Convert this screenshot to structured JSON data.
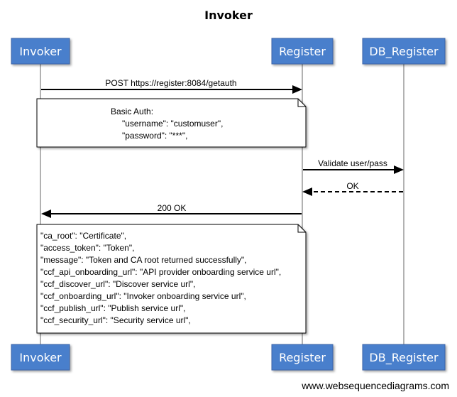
{
  "title": "Invoker",
  "actors": {
    "invoker": "Invoker",
    "register": "Register",
    "db_register": "DB_Register"
  },
  "colors": {
    "actor_fill": "#4a7fcc",
    "actor_stroke": "#3a63a8",
    "line": "#000000",
    "lifeline": "#999999"
  },
  "messages": {
    "post_getauth": "POST https://register:8084/getauth",
    "validate": "Validate user/pass",
    "ok": "OK",
    "ok_200": "200 OK"
  },
  "note1": {
    "lines": [
      "Basic Auth:",
      "\"username\": \"customuser\",",
      "\"password\": \"***\","
    ]
  },
  "note2": {
    "lines": [
      "\"ca_root\": \"Certificate\",",
      "\"access_token\": \"Token\",",
      "\"message\": \"Token and CA root returned successfully\",",
      "\"ccf_api_onboarding_url\": \"API provider onboarding service url\",",
      "\"ccf_discover_url\": \"Discover service url\",",
      "\"ccf_onboarding_url\": \"Invoker onboarding service url\",",
      "\"ccf_publish_url\": \"Publish service url\",",
      "\"ccf_security_url\": \"Security service url\","
    ]
  },
  "footer": "www.websequencediagrams.com"
}
